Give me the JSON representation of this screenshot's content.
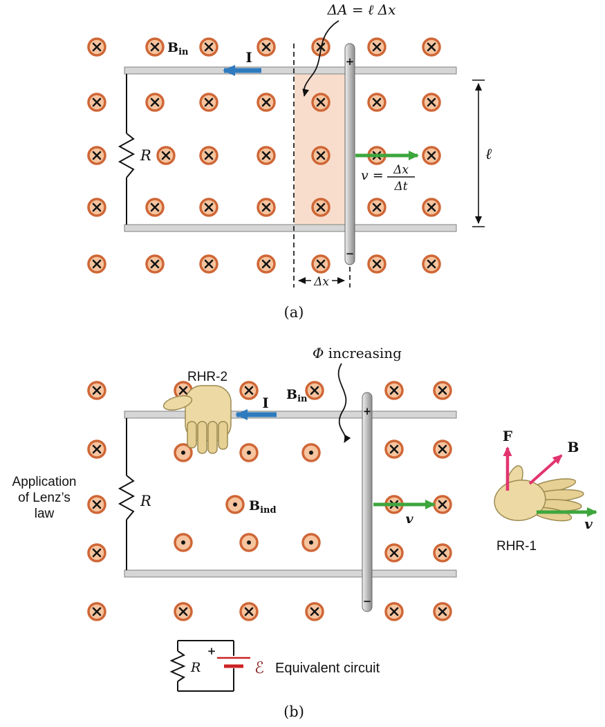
{
  "colors": {
    "field_symbol_fill": "#f6c49e",
    "field_symbol_ring": "#cf6636",
    "swept_area_shade": "#f9ddcc",
    "rail_gray": "#d6d6d6",
    "current_arrow_blue": "#2e7bbf",
    "velocity_arrow_green": "#3da63d",
    "force_arrow_magenta": "#e2346f",
    "battery_red": "#cc2222"
  },
  "panel_a": {
    "area_label": "ΔA = ℓ Δx",
    "b_in": {
      "main": "B",
      "sub": "in"
    },
    "current_label": "I",
    "resistor_label": "R",
    "rod_plus": "+",
    "rod_minus": "−",
    "velocity": {
      "prefix": "v =",
      "numerator": "Δx",
      "denominator": "Δt"
    },
    "length_label": "ℓ",
    "dx_label": "Δx",
    "caption": "(a)"
  },
  "panel_b": {
    "flux_label": {
      "phi": "Φ",
      "text": " increasing"
    },
    "rhr2_label": "RHR-2",
    "b_in": {
      "main": "B",
      "sub": "in"
    },
    "current_label": "I",
    "application_label": {
      "line1": "Application",
      "line2": "of Lenz’s",
      "line3": "law"
    },
    "resistor_label": "R",
    "b_ind": {
      "main": "B",
      "sub": "ind"
    },
    "velocity_label": "v",
    "rod_plus": "+",
    "rod_minus": "−",
    "rhr1": {
      "force_label": "F",
      "field_label": "B",
      "velocity_label": "v",
      "name_label": "RHR-1"
    },
    "circuit": {
      "resistor_label": "R",
      "plus": "+",
      "emf_label": "ℰ",
      "caption": "Equivalent circuit"
    },
    "caption": "(b)"
  }
}
